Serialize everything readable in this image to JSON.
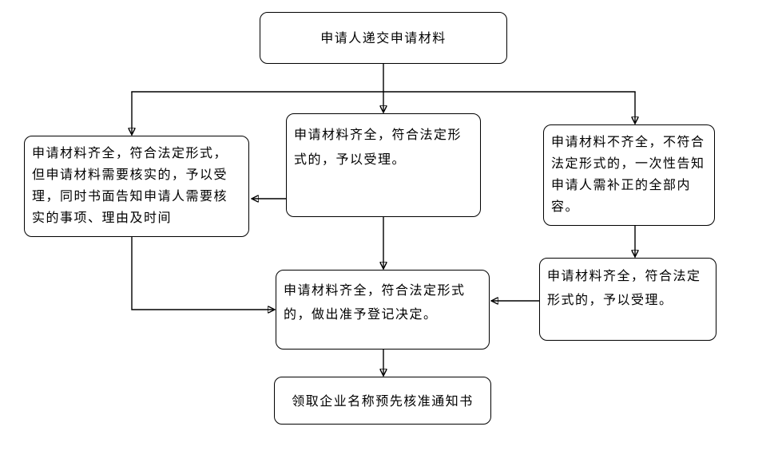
{
  "flowchart": {
    "colors": {
      "background": "#ffffff",
      "node_fill": "#ffffff",
      "node_border": "#000000",
      "text": "#000000",
      "arrow": "#000000"
    },
    "nodes": {
      "start": {
        "label": "申请人递交申请材料"
      },
      "verify": {
        "label": "申请材料齐全，符合法定形式，\n但申请材料需要核实的，予以受\n理，同时书面告知申请人需要核\n实的事项、理由及时间"
      },
      "accept_mid": {
        "label": "申请材料齐全，符合法定形\n式的，予以受理。"
      },
      "incomplete": {
        "label": "申请材料不齐全，不符合\n法定形式的，一次性告知\n申请人需补正的全部内\n容。"
      },
      "accept_right": {
        "label": "申请材料齐全，符合法定\n形式的，予以受理。"
      },
      "decision": {
        "label": "申请材料齐全，符合法定形式\n的，做出准予登记决定。"
      },
      "notice": {
        "label": "领取企业名称预先核准通知书"
      }
    },
    "edges": [
      {
        "from": "start",
        "to": "verify"
      },
      {
        "from": "start",
        "to": "accept_mid"
      },
      {
        "from": "start",
        "to": "incomplete"
      },
      {
        "from": "accept_mid",
        "to": "verify"
      },
      {
        "from": "accept_mid",
        "to": "decision"
      },
      {
        "from": "verify",
        "to": "decision"
      },
      {
        "from": "incomplete",
        "to": "accept_right"
      },
      {
        "from": "accept_right",
        "to": "decision"
      },
      {
        "from": "decision",
        "to": "notice"
      }
    ]
  }
}
